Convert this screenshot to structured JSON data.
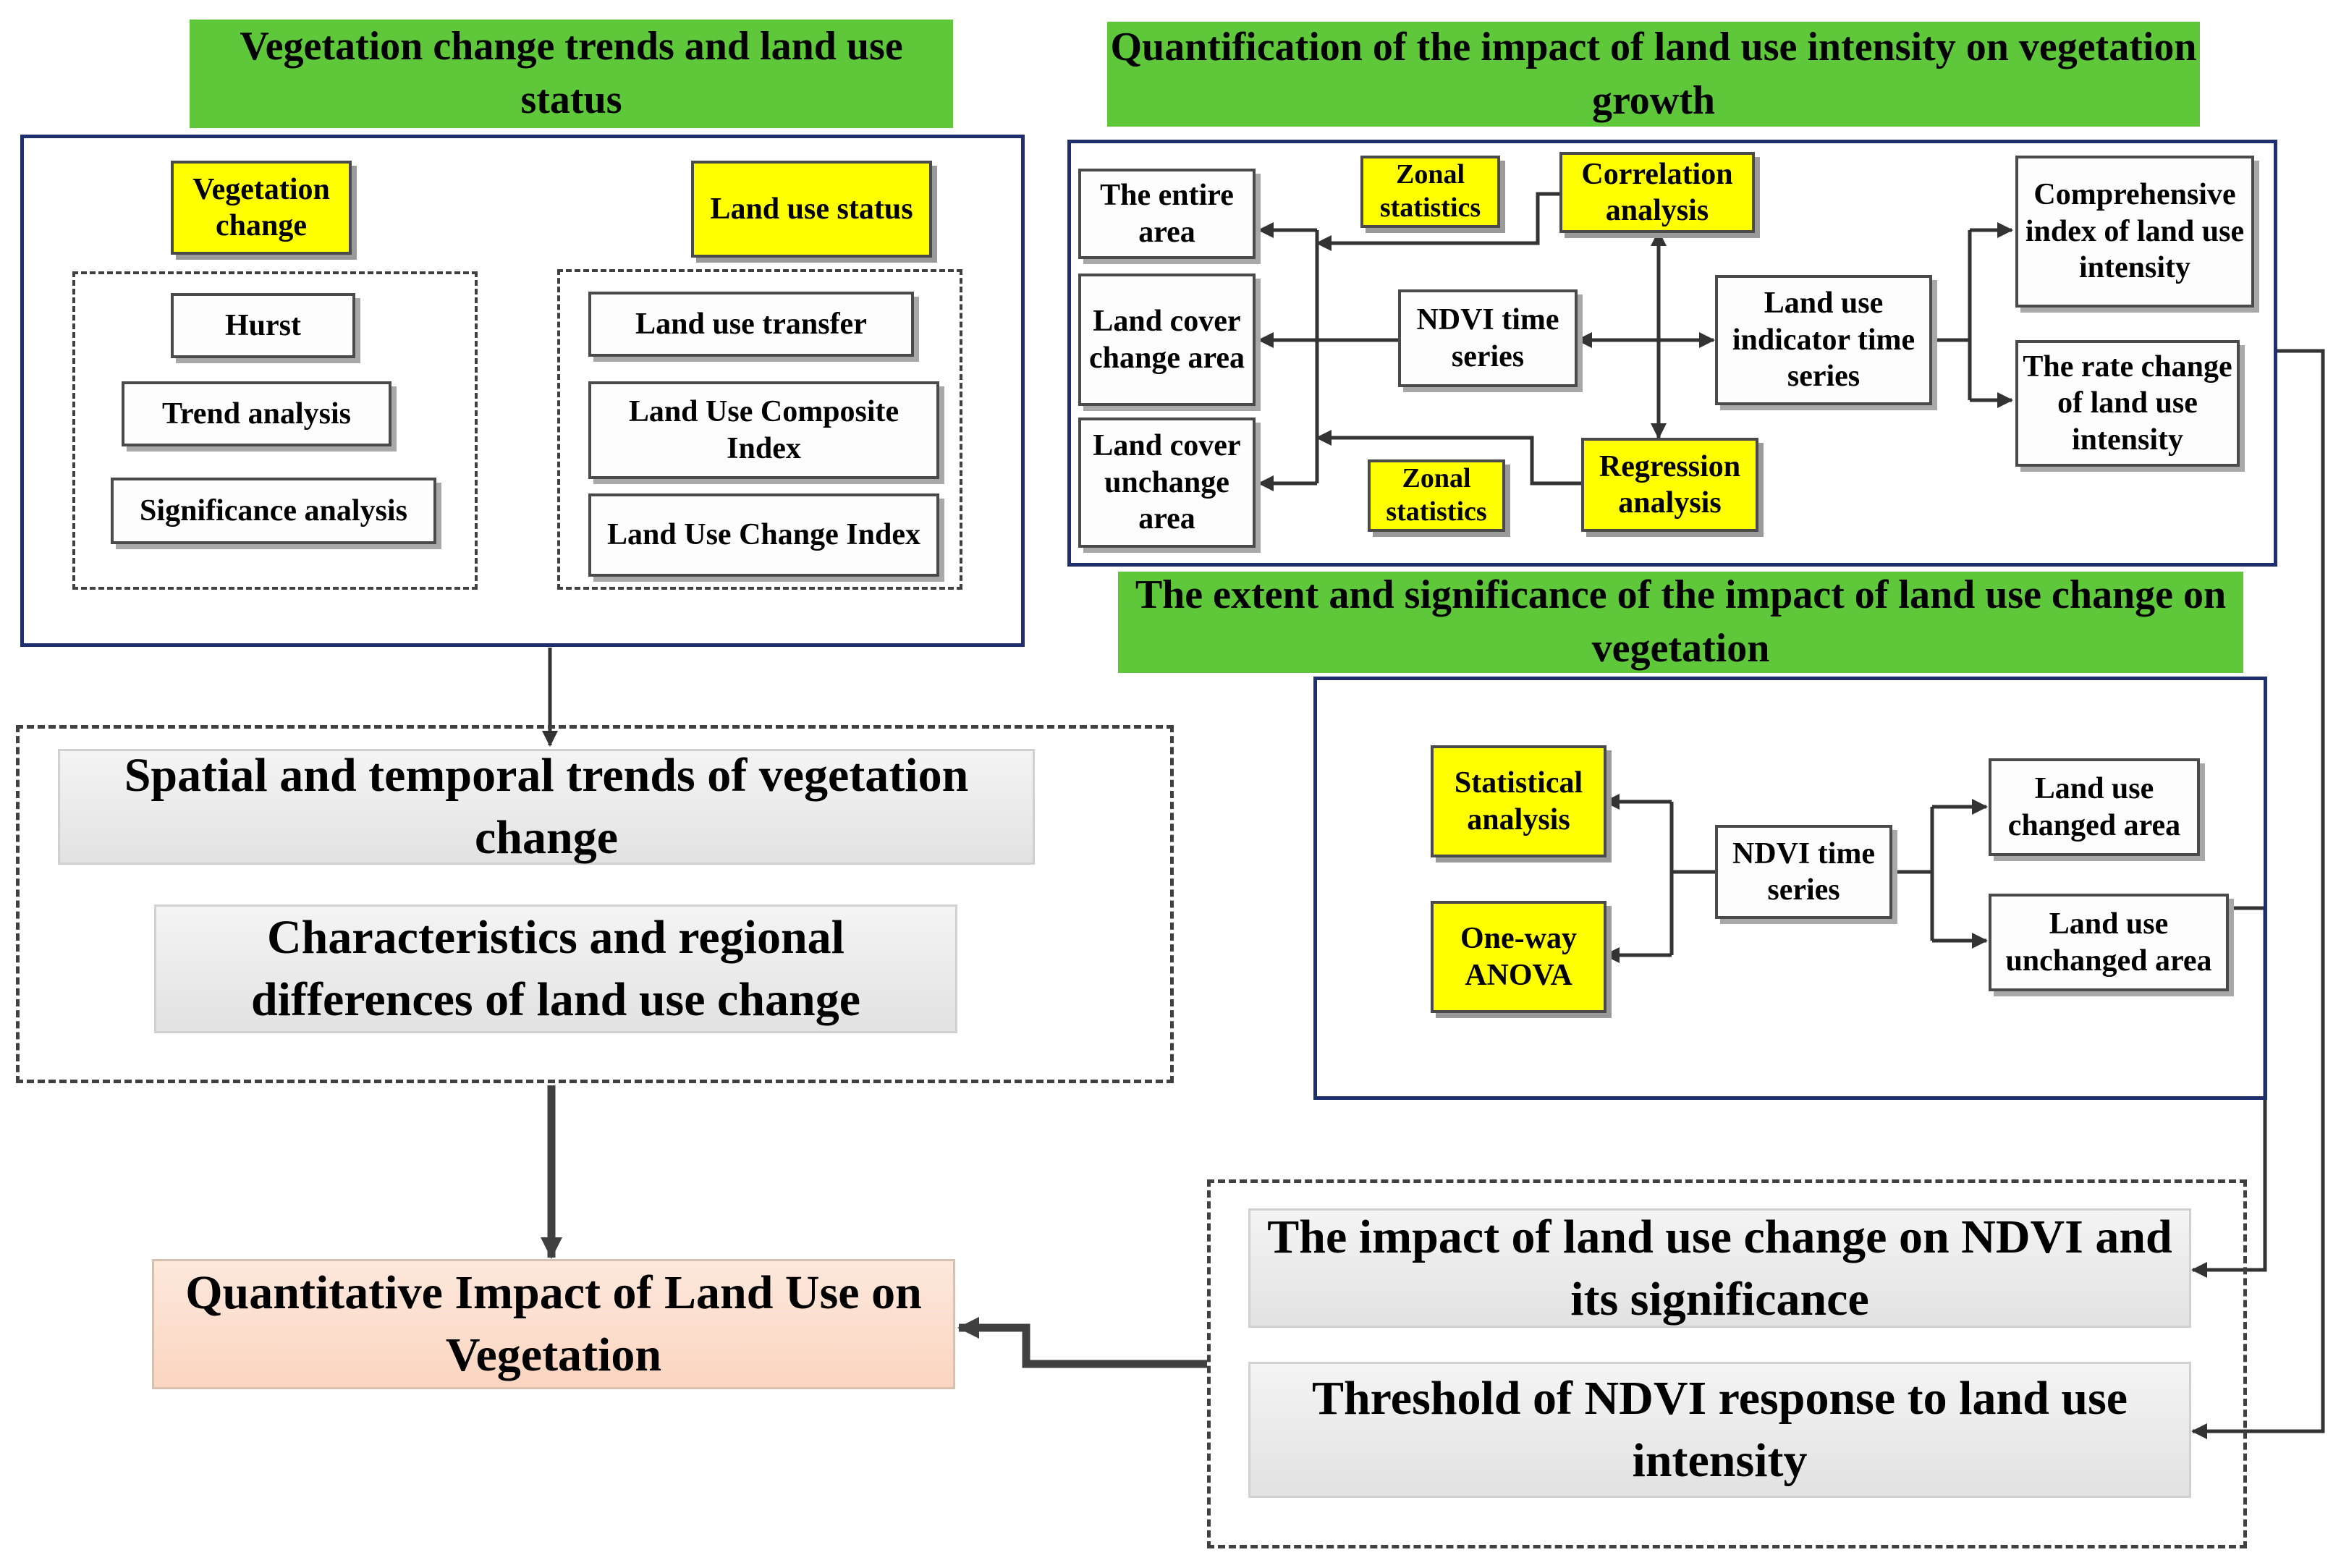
{
  "sections": {
    "vegetation_trends_title": "Vegetation change trends and land use status",
    "intensity_title": "Quantification of the impact of land use intensity on vegetation growth",
    "significance_title": "The extent and significance of the impact of land use change on vegetation"
  },
  "left_panel": {
    "vegetation_change": "Vegetation change",
    "land_use_status": "Land use status",
    "vegetation_methods": [
      "Hurst",
      "Trend analysis",
      "Significance analysis"
    ],
    "land_use_methods": [
      "Land use transfer",
      "Land Use Composite Index",
      "Land Use Change Index"
    ]
  },
  "intensity_panel": {
    "areas": [
      "The entire area",
      "Land cover change area",
      "Land cover unchange area"
    ],
    "zonal_top": "Zonal statistics",
    "zonal_bottom": "Zonal statistics",
    "correlation": "Correlation analysis",
    "regression": "Regression analysis",
    "ndvi": "NDVI time series",
    "land_use_indicator": "Land use indicator time series",
    "comprehensive_index": "Comprehensive index of land use intensity",
    "rate_change": "The rate change of land use intensity"
  },
  "significance_panel": {
    "statistical": "Statistical analysis",
    "anova": "One-way ANOVA",
    "ndvi": "NDVI time series",
    "changed_area": "Land use changed area",
    "unchanged_area": "Land use unchanged area"
  },
  "results": {
    "spatial_trends": "Spatial  and temporal trends of vegetation change",
    "characteristics": "Characteristics and regional differences of land use change",
    "impact_ndvi": "The impact of land use change on NDVI and its significance",
    "threshold": "Threshold of NDVI response to land use intensity",
    "quantitative": "Quantitative Impact of Land Use on Vegetation"
  },
  "colors": {
    "banner_green": "#5ec73a",
    "highlight_yellow": "#ffff00",
    "frame_navy": "#1f2f6e",
    "result_peach": "#fbd5c0"
  }
}
